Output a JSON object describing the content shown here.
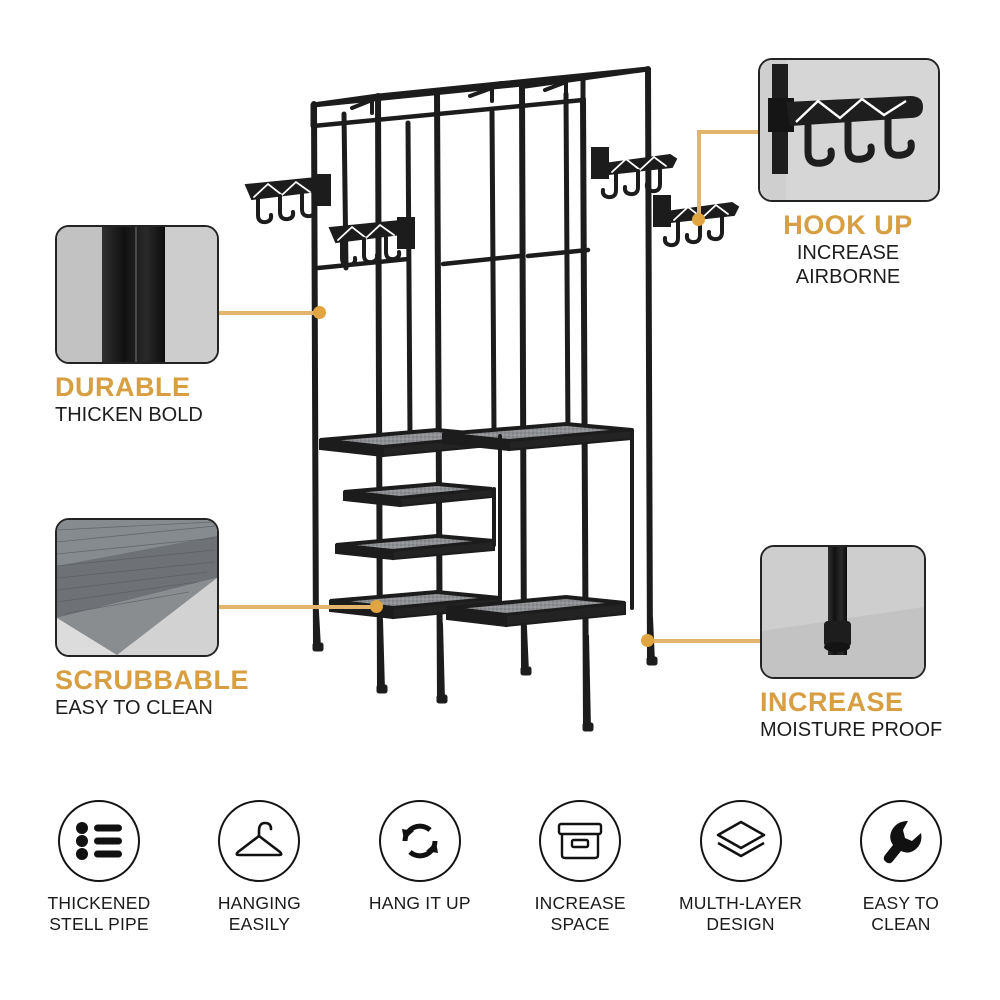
{
  "theme": {
    "accent_hex": "#D79F42",
    "connector_hex": "#E3B46B",
    "dot_hex": "#E0A441",
    "text_hex": "#1a1a1a",
    "frame_hex": "#1c1c1c",
    "panel_bg_hex": "#d4d4d4",
    "shelf_mesh_hex": "#8e9093",
    "background_hex": "#ffffff"
  },
  "product": {
    "name": "metal-clothes-garment-rack",
    "description": "Black steel freestanding garment rack with hanging rods, four side hook brackets and six gray mesh shelves"
  },
  "callouts": [
    {
      "id": "durable",
      "title": "DURABLE",
      "subtitle": "THICKEN BOLD",
      "image": "close-up-of-black-steel-tube",
      "connector": "straight-horizontal"
    },
    {
      "id": "hook-up",
      "title": "HOOK UP",
      "subtitle_line1": "INCREASE",
      "subtitle_line2": "AIRBORNE",
      "subtitle": "INCREASE AIRBORNE",
      "image": "close-up-of-three-hook-bracket",
      "connector": "elbow"
    },
    {
      "id": "scrubbable",
      "title": "SCRUBBABLE",
      "subtitle": "EASY TO CLEAN",
      "image": "close-up-of-gray-mesh-shelf-fabric",
      "connector": "straight-horizontal"
    },
    {
      "id": "increase",
      "title": "INCREASE",
      "subtitle": "MOISTURE PROOF",
      "image": "close-up-of-leg-foot-cap",
      "connector": "straight-horizontal"
    }
  ],
  "features": [
    {
      "icon": "bulleted-list-icon",
      "label": "THICKENED\nSTELL  PIPE"
    },
    {
      "icon": "clothes-hanger-icon",
      "label": "HANGING\nEASILY"
    },
    {
      "icon": "rotate-arrows-icon",
      "label": "HANG IT UP"
    },
    {
      "icon": "storage-box-icon",
      "label": "INCREASE\nSPACE"
    },
    {
      "icon": "stacked-layers-icon",
      "label": "MULTH-LAYER\nDESIGN"
    },
    {
      "icon": "wrench-icon",
      "label": "EASY TO\nCLEAN"
    }
  ]
}
